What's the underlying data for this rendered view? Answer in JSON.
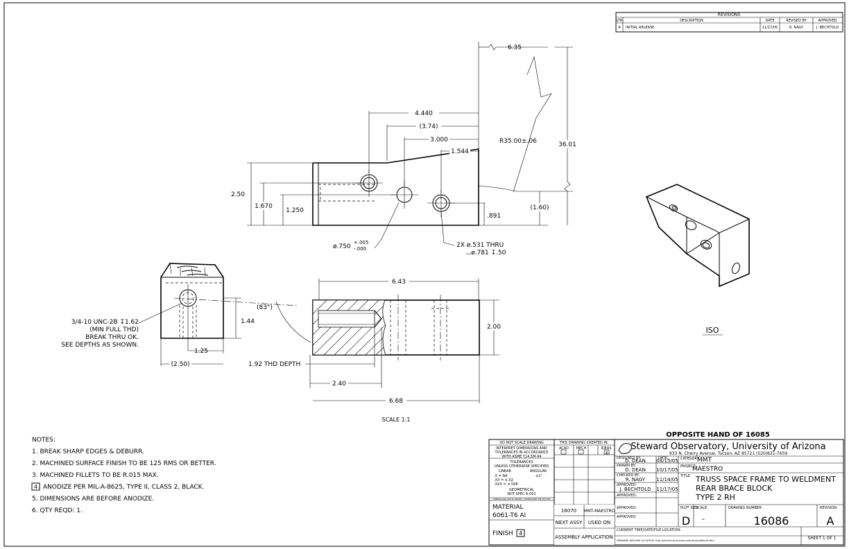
{
  "revisions": {
    "title": "REVISIONS",
    "headers": [
      "LTR",
      "DESCRIPTION",
      "DATE",
      "REVISED BY",
      "APPROVED"
    ],
    "row": [
      "A",
      "INITIAL RELEASE",
      "11/17/05",
      "R. NAGY",
      "J. BECHTOLD"
    ]
  },
  "dims": {
    "d635": "6.35",
    "d4440": "4.440",
    "d374": "(3.74)",
    "d3000": "3.000",
    "d1544": "1.544",
    "r35": "R35.00±.06",
    "d3601": "36.01",
    "d250": "2.50",
    "d1670": "1.670",
    "d1250": "1.250",
    "d891": ".891",
    "d160": "(1.60)",
    "hole750": "ø.750",
    "tol_plus": "+.005",
    "tol_minus": "-.000",
    "holes531_l1": "2X ø.531 THRU",
    "holes531_l2": "⌴ø.781 ↧.50",
    "thread_l1": "3/4-10 UNC-2B ↧1.62",
    "thread_l2": "(MIN FULL THD)",
    "thread_l3": "BREAK THRU OK.",
    "thread_l4": "SEE DEPTHS AS SHOWN.",
    "d144": "1.44",
    "d125": "1.25",
    "d250p": "(2.50)",
    "d83": "(83°)",
    "d643": "6.43",
    "d200": "2.00",
    "d192": "1.92 THD DEPTH",
    "d240": "2.40",
    "d668": "6.68"
  },
  "iso_label": "ISO",
  "scale_label": "SCALE 1:1",
  "notes": {
    "title": "NOTES:",
    "items": [
      "1. BREAK SHARP EDGES & DEBURR.",
      "2. MACHINED SURFACE FINISH TO BE 125 RMS OR BETTER.",
      "3. MACHINED FILLETS TO BE R.015 MAX.",
      "ANODIZE PER MIL-A-8625, TYPE II, CLASS 2, BLACK.",
      "5. DIMENSIONS ARE BEFORE ANODIZE.",
      "6. QTY REQD: 1."
    ],
    "flag4": "4"
  },
  "opposite": "OPPOSITE HAND OF 16085",
  "title_block": {
    "no_scale": "DO NOT SCALE DRAWING",
    "interpret_1": "INTERPRET DIMENSIONS AND",
    "interpret_2": "TOLERANCES IN ACCORDANCE",
    "interpret_3": "WITH ASME Y14.5M-94",
    "tol_title": "TOLERANCES",
    "tol_unless": "UNLESS OTHERWISE SPECIFIED",
    "tol_linear": "LINEAR",
    "tol_angular": "ANGULAR",
    "tol_x": ".X   = NA",
    "tol_xx": ".XX  = ±.02",
    "tol_xxx": ".XXX = ±.008",
    "tol_ang": "±1°",
    "geom_1": "GEOMETRICAL",
    "geom_2": "NOT SPEC 6-002",
    "fine": "DIMENSIONS ARE IN INCHES / DIMENSIONS EN POUCES",
    "material_label": "MATERIAL",
    "material": "6061-T6 Al",
    "finish_label": "FINISH",
    "finish_flag": "4",
    "created_in": "THIS DRAWING CREATED IN:",
    "acad": "ACAD",
    "mech": "MECH",
    "ideas": "IDEAS",
    "ideas_mark": "X",
    "next_assy_val": "16070",
    "used_on_val": "MMT-MAESTRO",
    "next_assy": "NEXT ASSY",
    "used_on": "USED ON",
    "assembly_app": "ASSEMBLY APPLICATION",
    "org": "Steward Observatory, University of Arizona",
    "address": "933 N. Cherry Avenue, Tucson, AZ  85721   (520)621-7659",
    "designed_by_l": "DESIGNED BY:",
    "designed_by": "D. DEAN",
    "date_l": "DATE:",
    "designed_date": "08/15/05",
    "drawn_by_l": "DRAWN BY:",
    "drawn_by": "D. DEAN",
    "drawn_date": "10/17/05",
    "checked_by_l": "CHECKED BY:",
    "checked_by": "R. NAGY",
    "checked_date": "11/14/05",
    "approved_l": "APPROVED:",
    "approved_by": "J. BECHTOLD",
    "approved_date": "11/17/05",
    "approved2_l": "APPROVED:",
    "approved3_l": "APPROVED:",
    "approved4_l": "APPROVED:",
    "category_l": "CATEGORY:",
    "category": "MMT",
    "project_l": "PROJECT:",
    "project": "MAESTRO",
    "title_l": "TITLE:",
    "title_1": "TRUSS SPACE FRAME TO WELDMENT",
    "title_2": "REAR BRACE BLOCK",
    "title_3": "TYPE 2 RH",
    "plot_size_l": "PLOT SIZE",
    "plot_size": "D",
    "scale_l": "SCALE:",
    "scale": "-",
    "dwg_no_l": "DRAWING NUMBER:",
    "dwg_no": "16086",
    "revision_l": "REVISION:",
    "revision": "A",
    "current_l": "CURRENT TIME/DATE/FILE LOCATION:",
    "archive_l": "DRAWING ARCHIVE LOCATION: http://devinci.as.arizona.edu/dcad/default.html",
    "sheet": "SHEET 1 OF 1"
  }
}
